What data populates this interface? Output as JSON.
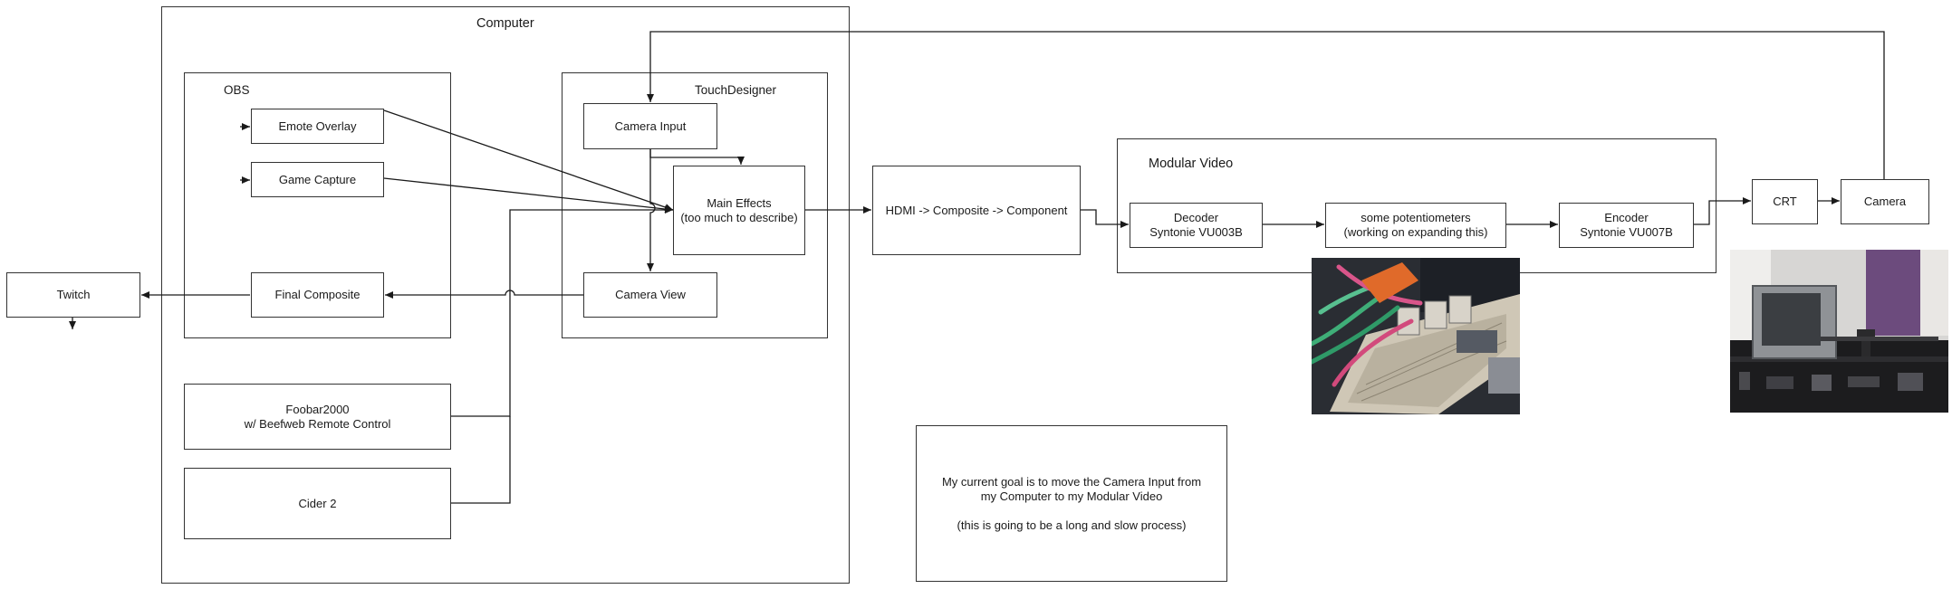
{
  "groups": {
    "computer": "Computer",
    "obs": "OBS",
    "touchdesigner": "TouchDesigner",
    "modular": "Modular Video"
  },
  "nodes": {
    "twitch": "Twitch",
    "emote_overlay": "Emote Overlay",
    "game_capture": "Game Capture",
    "final_composite": "Final Composite",
    "foobar": "Foobar2000\nw/ Beefweb Remote Control",
    "cider": "Cider 2",
    "camera_input": "Camera Input",
    "main_effects": "Main Effects\n(too much to describe)",
    "camera_view": "Camera View",
    "hdmi": "HDMI -> Composite -> Component",
    "decoder": "Decoder\nSyntonie VU003B",
    "potentiometers": "some potentiometers\n(working on expanding this)",
    "encoder": "Encoder\nSyntonie VU007B",
    "crt": "CRT",
    "camera": "Camera"
  },
  "note": "My current goal is to move the Camera Input from my Computer to my Modular Video\n\n(this is going to be a long and slow process)",
  "colors": {
    "line": "#1a1a1a",
    "border": "#333333",
    "background": "#ffffff"
  }
}
